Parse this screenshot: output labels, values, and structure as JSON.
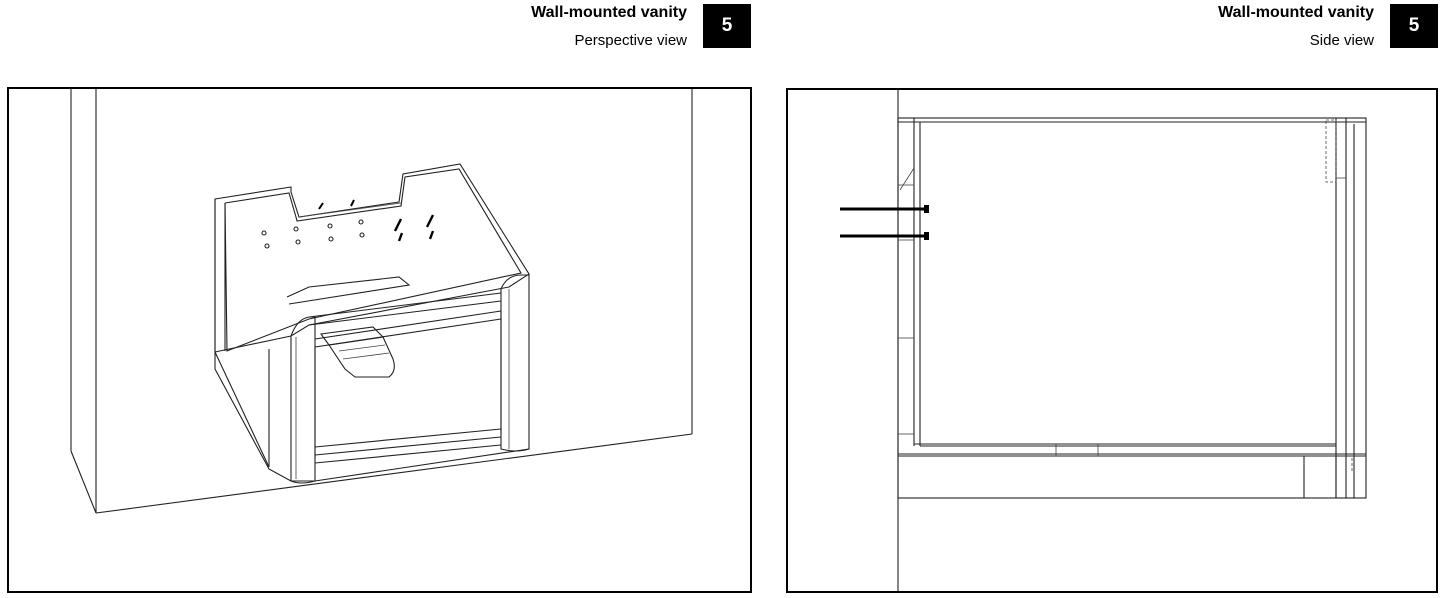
{
  "panels": [
    {
      "title": "Wall-mounted vanity",
      "subtitle": "Perspective view",
      "step": "5",
      "icons": [
        "vanity-perspective-drawing-icon",
        "screw-icon"
      ]
    },
    {
      "title": "Wall-mounted vanity",
      "subtitle": "Side view",
      "step": "5",
      "icons": [
        "vanity-side-drawing-icon",
        "screw-icon"
      ]
    }
  ],
  "colors": {
    "ink": "#000000",
    "badge_bg": "#000000",
    "badge_text": "#ffffff",
    "paper": "#ffffff"
  }
}
